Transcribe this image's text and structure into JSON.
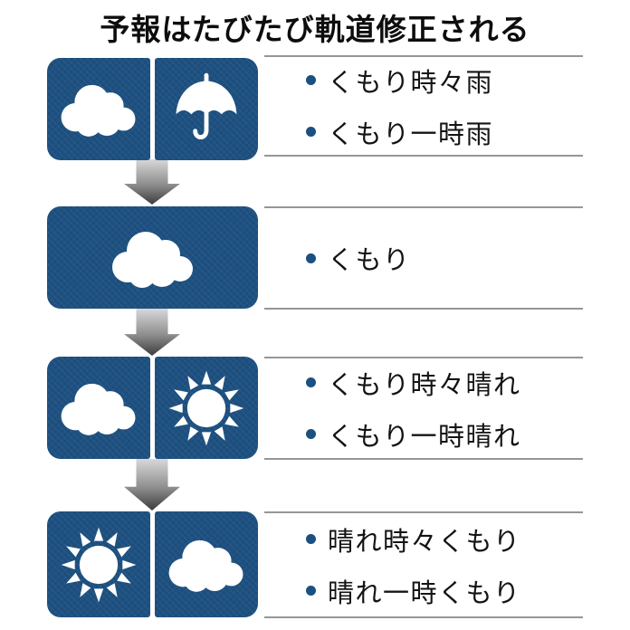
{
  "title": "予報はたびたび軌道修正される",
  "colors": {
    "tile_blue": "#1e5181",
    "icon_white": "#ffffff",
    "bullet_blue": "#1b5080",
    "section_line_gray": "#969696",
    "arrow_gradient_top": "#d8d8d8",
    "arrow_gradient_bottom": "#3c3c3c",
    "title_black": "#0d0d0d"
  },
  "rows": [
    {
      "icons": [
        "cloud-icon",
        "umbrella-icon"
      ],
      "items": [
        "くもり時々雨",
        "くもり一時雨"
      ]
    },
    {
      "icons": [
        "cloud-icon"
      ],
      "items": [
        "くもり"
      ]
    },
    {
      "icons": [
        "cloud-icon",
        "sun-icon"
      ],
      "items": [
        "くもり時々晴れ",
        "くもり一時晴れ"
      ]
    },
    {
      "icons": [
        "sun-icon",
        "cloud-icon"
      ],
      "items": [
        "晴れ時々くもり",
        "晴れ一時くもり"
      ]
    }
  ],
  "arrow_icon": "down-arrow-icon"
}
